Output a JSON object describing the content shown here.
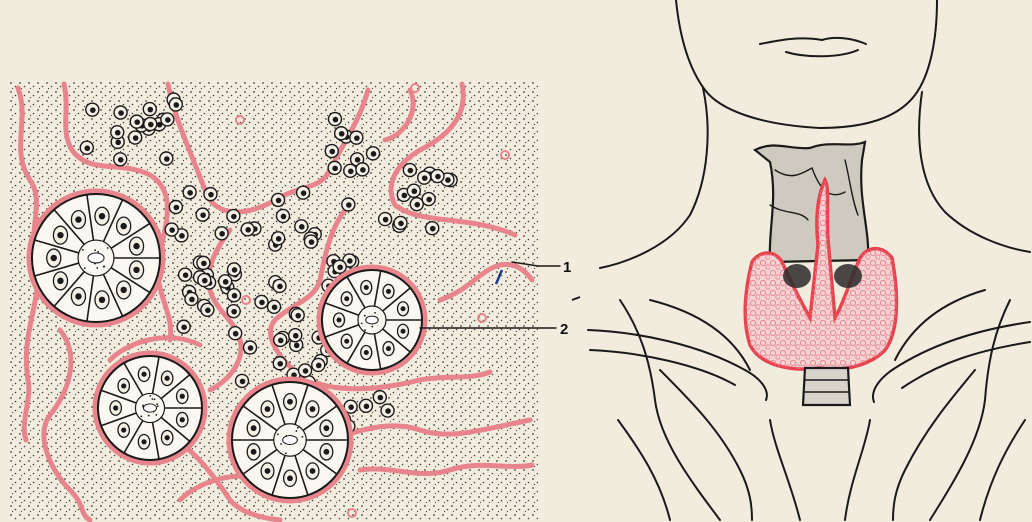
{
  "colors": {
    "paper": "#f2ecdf",
    "ink": "#1a1a1a",
    "vessel_red": "#e8858c",
    "gland_pink": "#f4b7bb"
  },
  "labels": [
    {
      "id": "1",
      "text": "1"
    },
    {
      "id": "2",
      "text": "2"
    }
  ]
}
